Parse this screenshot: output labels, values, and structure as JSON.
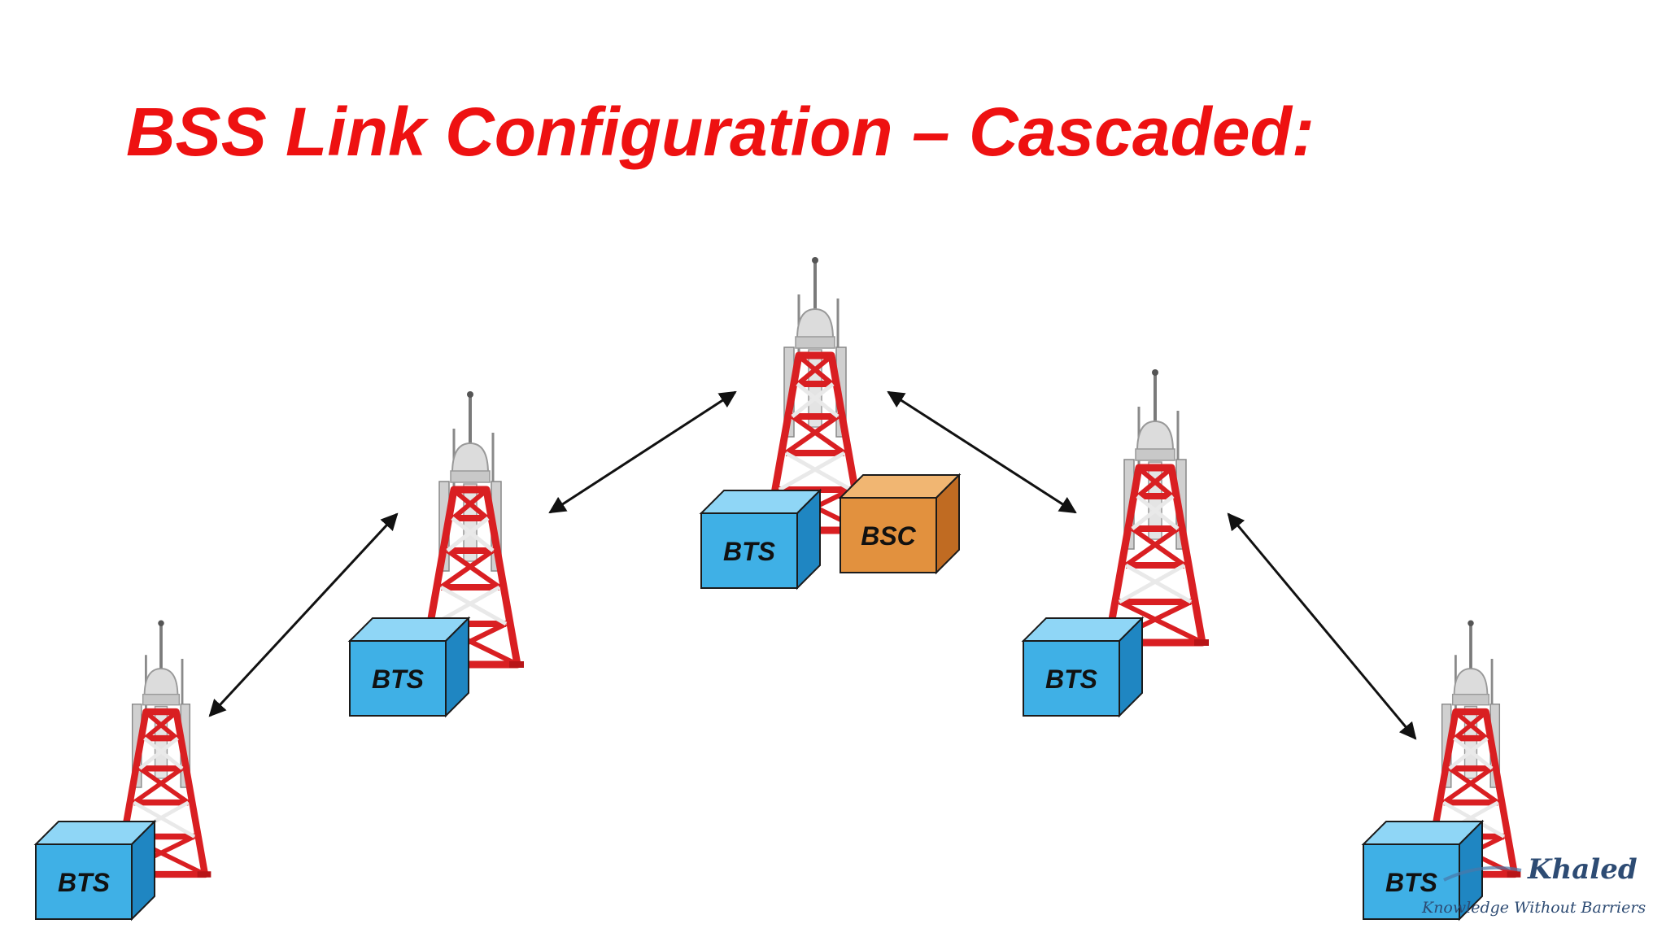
{
  "slide": {
    "title": "BSS Link Configuration – Cascaded:",
    "title_color": "#ee1111"
  },
  "diagram": {
    "sites": [
      {
        "id": "site-1",
        "label": "BTS",
        "box_type": "bts"
      },
      {
        "id": "site-2",
        "label": "BTS",
        "box_type": "bts"
      },
      {
        "id": "site-hub",
        "label": "BTS",
        "box_type": "bts",
        "controller_label": "BSC",
        "controller_type": "bsc"
      },
      {
        "id": "site-4",
        "label": "BTS",
        "box_type": "bts"
      },
      {
        "id": "site-5",
        "label": "BTS",
        "box_type": "bts"
      }
    ],
    "links": [
      {
        "from": "site-1",
        "to": "site-2"
      },
      {
        "from": "site-2",
        "to": "site-hub"
      },
      {
        "from": "site-hub",
        "to": "site-4"
      },
      {
        "from": "site-4",
        "to": "site-5"
      }
    ],
    "colors": {
      "bts_front": "#3fb0e6",
      "bts_top": "#8fd6f6",
      "bts_side": "#1f86c2",
      "bsc_front": "#e2913e",
      "bsc_top": "#f1b672",
      "bsc_side": "#c06b22",
      "tower_red": "#d91f22",
      "tower_white": "#f3f3f3",
      "link": "#111111"
    }
  },
  "watermark": {
    "name": "Khaled",
    "tagline": "Knowledge Without Barriers"
  }
}
